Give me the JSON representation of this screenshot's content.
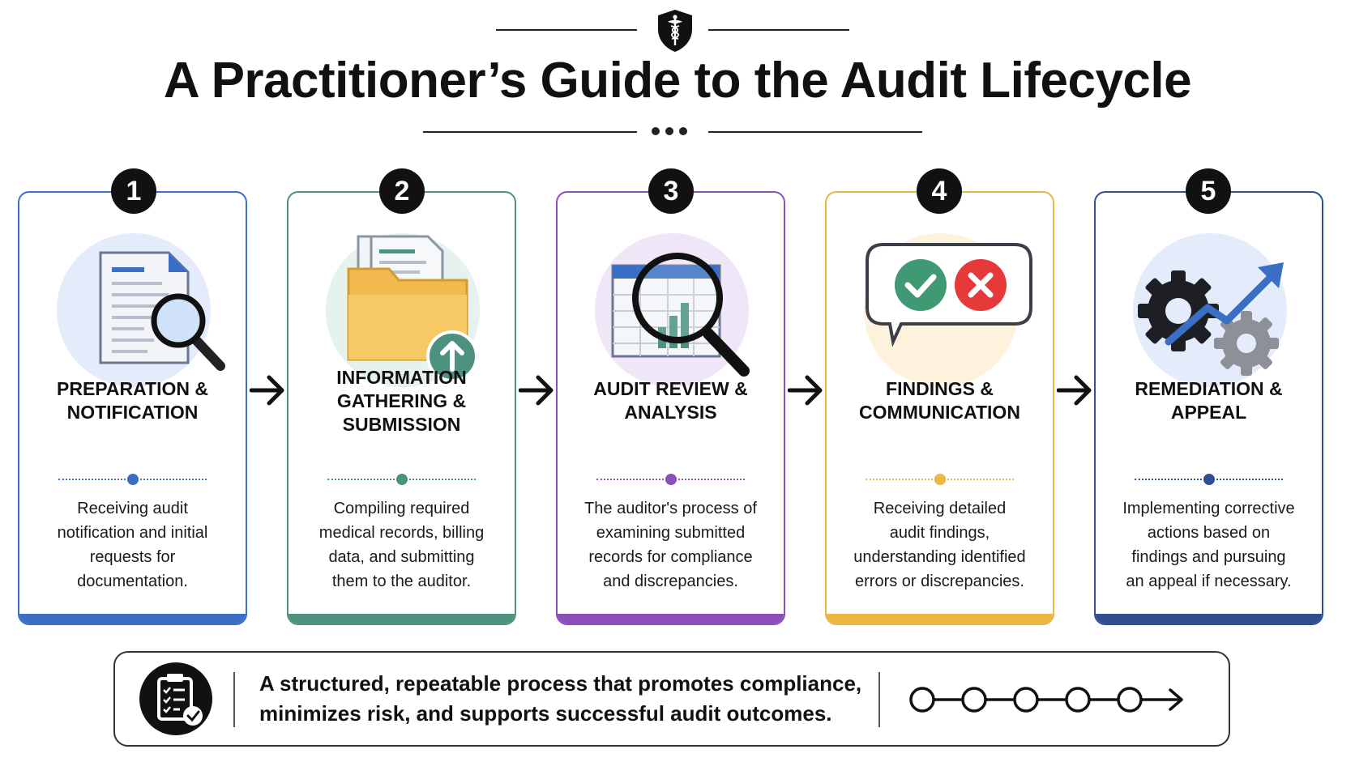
{
  "header": {
    "title": "A Practitioner’s Guide to the Audit Lifecycle",
    "emblem_icon": "medical-shield-caduceus-icon"
  },
  "steps": [
    {
      "number": "1",
      "title_lines": [
        "PREPARATION &",
        "NOTIFICATION"
      ],
      "description_lines": [
        "Receiving audit",
        "notification and initial",
        "requests for",
        "documentation."
      ],
      "icon": "document-magnifier-icon",
      "accent": "#3b6fc6",
      "tint": "#e4ecfb"
    },
    {
      "number": "2",
      "title_lines": [
        "INFORMATION",
        "GATHERING &",
        "SUBMISSION"
      ],
      "description_lines": [
        "Compiling required",
        "medical records, billing",
        "data, and submitting",
        "them to the auditor."
      ],
      "icon": "folder-upload-icon",
      "accent": "#4d917f",
      "tint": "#e5f2ed"
    },
    {
      "number": "3",
      "title_lines": [
        "AUDIT REVIEW &",
        "ANALYSIS"
      ],
      "description_lines": [
        "The auditor's process of",
        "examining submitted",
        "records for compliance",
        "and discrepancies."
      ],
      "icon": "spreadsheet-magnifier-icon",
      "accent": "#8c4fba",
      "tint": "#efe6f8"
    },
    {
      "number": "4",
      "title_lines": [
        "FINDINGS &",
        "COMMUNICATION"
      ],
      "description_lines": [
        "Receiving detailed",
        "audit findings,",
        "understanding identified",
        "errors or discrepancies."
      ],
      "icon": "approve-reject-speech-bubble-icon",
      "accent": "#eab644",
      "tint": "#fdf3dc"
    },
    {
      "number": "5",
      "title_lines": [
        "REMEDIATION &",
        "APPEAL"
      ],
      "description_lines": [
        "Implementing corrective",
        "actions based on",
        "findings and pursuing",
        "an appeal if necessary."
      ],
      "icon": "gears-trend-arrow-icon",
      "accent": "#2f4f8f",
      "tint": "#e4ecfb"
    }
  ],
  "footer": {
    "text_lines": [
      "A structured, repeatable process that promotes compliance,",
      "minimizes risk, and supports successful audit outcomes."
    ],
    "icon": "clipboard-checklist-icon",
    "chain_icon": "five-step-chain-arrow-icon"
  }
}
